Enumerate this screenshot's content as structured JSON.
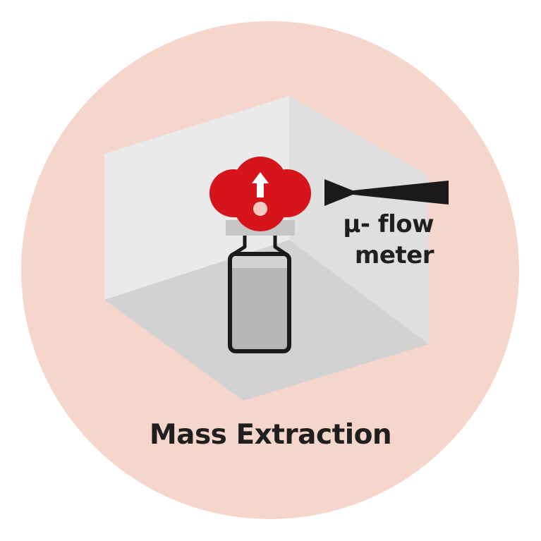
{
  "diagram": {
    "caption": "Mass Extraction",
    "flow_meter_label": {
      "line1": "µ- flow",
      "line2": "meter"
    },
    "icons": [
      "chamber-box-icon",
      "valve-icon",
      "up-arrow-icon",
      "sample-vial-icon",
      "flow-nozzle-icon"
    ],
    "colors": {
      "background_circle": "#f6d5cb",
      "chamber_wall": "#e9e9e9",
      "valve_red": "#d5141c",
      "vial_fill": "#b7b7b7",
      "text": "#1f1f1f"
    }
  }
}
